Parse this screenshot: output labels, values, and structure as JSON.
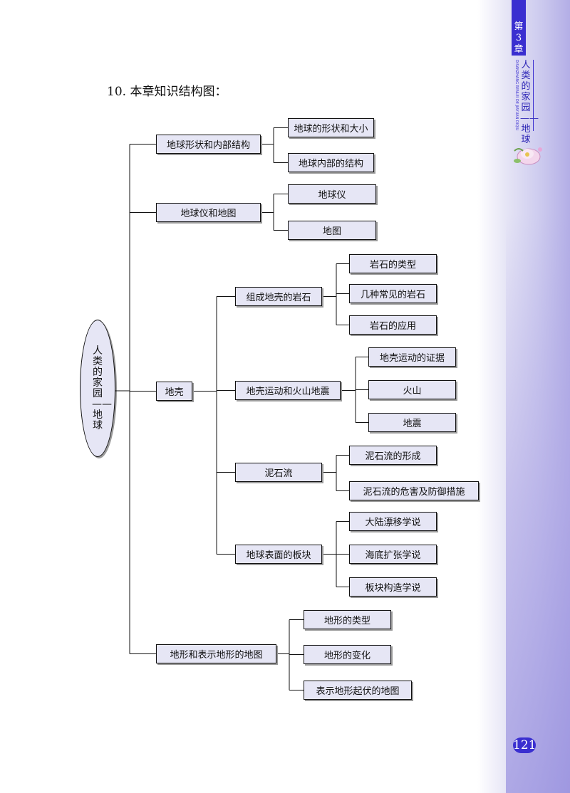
{
  "sidebar": {
    "chapter_prefix": "第",
    "chapter_number": "3",
    "chapter_suffix": "章",
    "chapter_title": "人类的家园——地球",
    "chapter_pinyin": "DISANZHANG RENLEI DE JIAYUAN DIQIU"
  },
  "heading": "10. 本章知识结构图：",
  "page_number": "121",
  "diagram": {
    "root": "人类的家园——地球",
    "level1": [
      {
        "label": "地球形状和内部结构",
        "children": [
          {
            "label": "地球的形状和大小"
          },
          {
            "label": "地球内部的结构"
          }
        ]
      },
      {
        "label": "地球仪和地图",
        "children": [
          {
            "label": "地球仪"
          },
          {
            "label": "地图"
          }
        ]
      },
      {
        "label": "地壳",
        "children": [
          {
            "label": "组成地壳的岩石",
            "children": [
              {
                "label": "岩石的类型"
              },
              {
                "label": "几种常见的岩石"
              },
              {
                "label": "岩石的应用"
              }
            ]
          },
          {
            "label": "地壳运动和火山地震",
            "children": [
              {
                "label": "地壳运动的证据"
              },
              {
                "label": "火山"
              },
              {
                "label": "地震"
              }
            ]
          },
          {
            "label": "泥石流",
            "children": [
              {
                "label": "泥石流的形成"
              },
              {
                "label": "泥石流的危害及防御措施"
              }
            ]
          },
          {
            "label": "地球表面的板块",
            "children": [
              {
                "label": "大陆漂移学说"
              },
              {
                "label": "海底扩张学说"
              },
              {
                "label": "板块构造学说"
              }
            ]
          }
        ]
      },
      {
        "label": "地形和表示地形的地图",
        "children": [
          {
            "label": "地形的类型"
          },
          {
            "label": "地形的变化"
          },
          {
            "label": "表示地形起伏的地图"
          }
        ]
      }
    ]
  }
}
